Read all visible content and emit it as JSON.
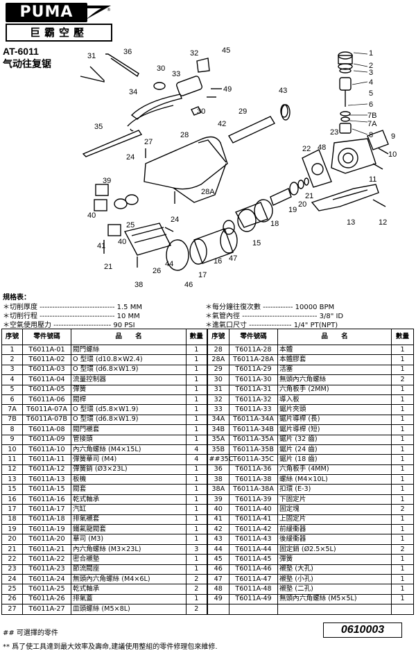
{
  "header": {
    "brand": "PUMA",
    "brand_cn": "巨霸空壓",
    "model": "AT-6011",
    "model_cn": "气动往复锯"
  },
  "diagram_labels": [
    "1",
    "2",
    "3",
    "4",
    "5",
    "6",
    "7B",
    "7A",
    "8",
    "9",
    "10",
    "11",
    "12",
    "13",
    "15",
    "16",
    "17",
    "18",
    "19",
    "20",
    "21",
    "22",
    "23",
    "24",
    "24",
    "25",
    "26",
    "27",
    "28",
    "28A",
    "29",
    "30",
    "30",
    "31",
    "32",
    "33",
    "34",
    "35",
    "36",
    "38",
    "39",
    "40",
    "40",
    "41",
    "42",
    "43",
    "44",
    "45",
    "46",
    "47",
    "48",
    "49"
  ],
  "specs": {
    "title": "規格表：",
    "items": [
      {
        "text": "＊切削厚度 ------------------------------ 1.5 MM"
      },
      {
        "text": "＊切削行程 ------------------------------ 10 MM"
      },
      {
        "text": "＊空氣使用壓力 ----------------------- 90 PSI"
      },
      {
        "text": "＊每分鐘往復次數 ------------ 10000 BPM"
      },
      {
        "text": "＊氣管內徑 ------------------------------ 3/8\" ID"
      },
      {
        "text": "＊進氣口尺寸 ----------------- 1/4\" PT(NPT)"
      }
    ]
  },
  "table": {
    "headers": [
      "序號",
      "零件號碼",
      "品　　名",
      "數量",
      "序號",
      "零件號碼",
      "品　　名",
      "數量"
    ],
    "left_rows": [
      [
        "1",
        "T6011A-01",
        "閥門螺絲",
        "1"
      ],
      [
        "2",
        "T6011A-02",
        "O 型環 (d10.8×W2.4)",
        "1"
      ],
      [
        "3",
        "T6011A-03",
        "O 型環 (d6.8×W1.9)",
        "1"
      ],
      [
        "4",
        "T6011A-04",
        "流量控制器",
        "1"
      ],
      [
        "5",
        "T6011A-05",
        "彈簧",
        "1"
      ],
      [
        "6",
        "T6011A-06",
        "閥桿",
        "1"
      ],
      [
        "7A",
        "T6011A-07A",
        "O 型環 (d5.8×W1.9)",
        "1"
      ],
      [
        "7B",
        "T6011A-07B",
        "O 型環 (d6.8×W1.9)",
        "1"
      ],
      [
        "8",
        "T6011A-08",
        "閥門襯套",
        "1"
      ],
      [
        "9",
        "T6011A-09",
        "管接頭",
        "1"
      ],
      [
        "10",
        "T6011A-10",
        "內六角螺絲 (M4×15L)",
        "4"
      ],
      [
        "11",
        "T6011A-11",
        "彈簧華司 (M4)",
        "4"
      ],
      [
        "12",
        "T6011A-12",
        "彈簧銷 (Ø3×23L)",
        "1"
      ],
      [
        "13",
        "T6011A-13",
        "板機",
        "1"
      ],
      [
        "15",
        "T6011A-15",
        "閥套",
        "1"
      ],
      [
        "16",
        "T6011A-16",
        "乾式軸承",
        "1"
      ],
      [
        "17",
        "T6011A-17",
        "汽缸",
        "1"
      ],
      [
        "18",
        "T6011A-18",
        "排氣襯套",
        "1"
      ],
      [
        "19",
        "T6011A-19",
        "鐵氟龍閥套",
        "1"
      ],
      [
        "20",
        "T6011A-20",
        "華司 (M3)",
        "1"
      ],
      [
        "21",
        "T6011A-21",
        "內六角螺絲 (M3×23L)",
        "3"
      ],
      [
        "22",
        "T6011A-22",
        "密合襯墊",
        "1"
      ],
      [
        "23",
        "T6011A-23",
        "節流閥座",
        "1"
      ],
      [
        "24",
        "T6011A-24",
        "無頭內六角螺絲 (M4×6L)",
        "2"
      ],
      [
        "25",
        "T6011A-25",
        "乾式軸承",
        "2"
      ],
      [
        "26",
        "T6011A-26",
        "排氣蓋",
        "1"
      ],
      [
        "27",
        "T6011A-27",
        "皿頭螺絲 (M5×8L)",
        "2"
      ]
    ],
    "right_rows": [
      [
        "28",
        "T6011A-28",
        "本體",
        "1"
      ],
      [
        "28A",
        "T6011A-28A",
        "本體膠套",
        "1"
      ],
      [
        "29",
        "T6011A-29",
        "活塞",
        "1"
      ],
      [
        "30",
        "T6011A-30",
        "無頭內六角螺絲",
        "2"
      ],
      [
        "31",
        "T6011A-31",
        "六角板手 (2MM)",
        "1"
      ],
      [
        "32",
        "T6011A-32",
        "導入板",
        "1"
      ],
      [
        "33",
        "T6011A-33",
        "鋸片夾頭",
        "1"
      ],
      [
        "34A",
        "T6011A-34A",
        "鋸片導桿 (長)",
        "1"
      ],
      [
        "34B",
        "T6011A-34B",
        "鋸片導桿 (短)",
        "1"
      ],
      [
        "35A",
        "T6011A-35A",
        "鋸片 (32 齒)",
        "1"
      ],
      [
        "35B",
        "T6011A-35B",
        "鋸片 (24 齒)",
        "1"
      ],
      [
        "##35C",
        "T6011A-35C",
        "鋸片 (18 齒)",
        "1"
      ],
      [
        "36",
        "T6011A-36",
        "六角板手 (4MM)",
        "1"
      ],
      [
        "38",
        "T6011A-38",
        "螺絲 (M4×10L)",
        "1"
      ],
      [
        "38A",
        "T6011A-38A",
        "扣環 (E-3)",
        "1"
      ],
      [
        "39",
        "T6011A-39",
        "下固定片",
        "1"
      ],
      [
        "40",
        "T6011A-40",
        "固定塊",
        "2"
      ],
      [
        "41",
        "T6011A-41",
        "上固定片",
        "1"
      ],
      [
        "42",
        "T6011A-42",
        "前緩衝器",
        "1"
      ],
      [
        "43",
        "T6011A-43",
        "後緩衝器",
        "1"
      ],
      [
        "44",
        "T6011A-44",
        "固定銷 (Ø2.5×5L)",
        "2"
      ],
      [
        "45",
        "T6011A-45",
        "彈簧",
        "1"
      ],
      [
        "46",
        "T6011A-46",
        "襯墊 (大孔)",
        "1"
      ],
      [
        "47",
        "T6011A-47",
        "襯墊 (小孔)",
        "1"
      ],
      [
        "48",
        "T6011A-48",
        "襯墊 (二孔)",
        "1"
      ],
      [
        "49",
        "T6011A-49",
        "無頭內六角螺絲 (M5×5L)",
        "1"
      ],
      [
        "",
        "",
        "",
        ""
      ]
    ]
  },
  "footer": {
    "optional_note": "## 可選擇的零件",
    "repair_note": "** 爲了使工具達到最大效率及壽命,建議使用整組的零件修理包來維修.",
    "doc_number": "0610003"
  }
}
